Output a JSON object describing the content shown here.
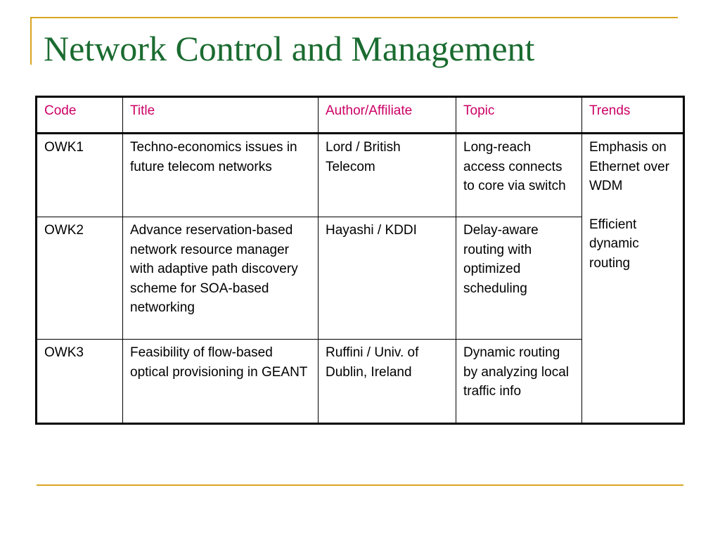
{
  "slide": {
    "title": "Network Control and Management"
  },
  "colors": {
    "title": "#1a6b30",
    "header_text": "#cc0066",
    "accent_rule": "#d9a521",
    "table_border": "#000000"
  },
  "table": {
    "headers": {
      "code": "Code",
      "title": "Title",
      "author": "Author/Affiliate",
      "topic": "Topic",
      "trends": "Trends"
    },
    "rows": [
      {
        "code": "OWK1",
        "title": "Techno-economics issues in future telecom networks",
        "author": "Lord / British Telecom",
        "topic": "Long-reach access connects to core via switch"
      },
      {
        "code": "OWK2",
        "title": "Advance reservation-based network resource manager with adaptive path discovery scheme for SOA-based networking",
        "author": "Hayashi / KDDI",
        "topic": "Delay-aware routing with optimized scheduling"
      },
      {
        "code": "OWK3",
        "title": "Feasibility of flow-based optical provisioning in GEANT",
        "author": "Ruffini / Univ. of Dublin, Ireland",
        "topic": "Dynamic routing by analyzing local traffic info"
      }
    ],
    "trends": [
      "Emphasis on Ethernet over WDM",
      "Efficient dynamic routing"
    ]
  }
}
